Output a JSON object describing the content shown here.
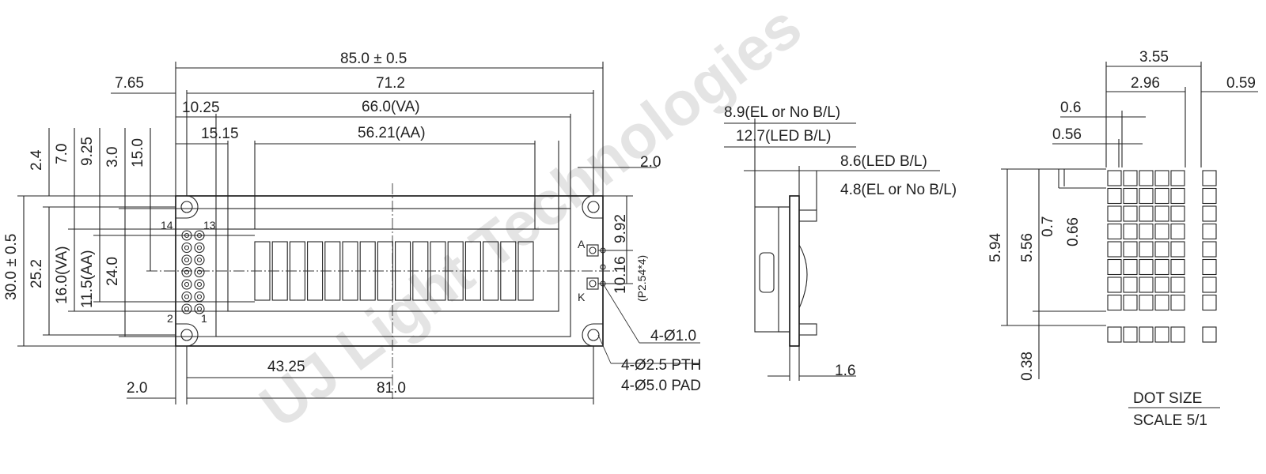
{
  "drawing": {
    "watermark": "UJ Light Technologies",
    "front_view": {
      "overall_width": "85.0 ± 0.5",
      "hole_pitch_top": "71.2",
      "viewing_area_width": "66.0(VA)",
      "active_area_width": "56.21(AA)",
      "left_edge_to_hole": "7.65",
      "left_to_va": "10.25",
      "left_to_aa": "15.15",
      "right_edge_offset": "2.0",
      "v_dim_2_4": "2.4",
      "v_dim_7_0": "7.0",
      "v_dim_9_25": "9.25",
      "v_dim_3_0": "3.0",
      "v_dim_15_0": "15.0",
      "overall_height": "30.0 ± 0.5",
      "hole_pitch_vertical": "25.2",
      "viewing_area_height": "16.0(VA)",
      "active_area_height": "11.5(AA)",
      "bezel_height": "24.0",
      "backlight_offset": "9.92",
      "backlight_pitch": "10.16",
      "backlight_pin_spacing": "(P2.54*4)",
      "center_offset": "43.25",
      "bottom_hole_pitch": "81.0",
      "bottom_left_offset": "2.0",
      "hole_small": "4-Ø1.0",
      "hole_pth": "4-Ø2.5 PTH",
      "hole_pad": "4-Ø5.0 PAD",
      "pin_14": "14",
      "pin_13": "13",
      "pin_2": "2",
      "pin_1": "1",
      "pin_a": "A",
      "pin_k": "K"
    },
    "side_view": {
      "thickness_el": "8.9(EL or No B/L)",
      "thickness_led": "12.7(LED B/L)",
      "bl_led": "8.6(LED B/L)",
      "bl_el": "4.8(EL or No B/L)",
      "pcb_thickness": "1.6"
    },
    "dot_detail": {
      "char_width": "3.55",
      "dot_pitch_total": "2.96",
      "gap": "0.59",
      "dot_pitch_x": "0.6",
      "dot_size_x": "0.56",
      "char_height": "5.94",
      "dot_rows_height": "5.56",
      "dot_pitch_y": "0.7",
      "dot_size_y": "0.66",
      "cursor_gap": "0.38",
      "title": "DOT SIZE",
      "scale": "SCALE 5/1"
    }
  }
}
